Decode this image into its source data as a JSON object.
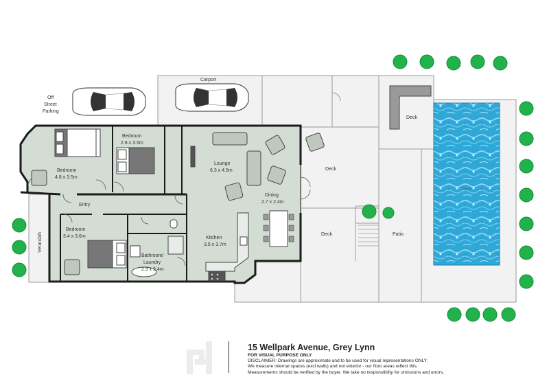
{
  "rooms": {
    "carport": "Carport",
    "off_street": [
      "Off",
      "Street",
      "Parking"
    ],
    "bedroom1": {
      "name": "Bedroom",
      "size": "4.8 x 3.5m"
    },
    "bedroom2": {
      "name": "Bedroom",
      "size": "2.8 x 3.5m"
    },
    "bedroom3": {
      "name": "Bedroom",
      "size": "3.4 x 3.6m"
    },
    "lounge": {
      "name": "Lounge",
      "size": "6.3 x 4.5m"
    },
    "dining": {
      "name": "Dining",
      "size": "2.7 x 2.4m"
    },
    "kitchen": {
      "name": "Kitchen",
      "size": "3.5 x 3.7m"
    },
    "bathroom": {
      "name1": "Bathroom/",
      "name2": "Laundry",
      "size": "2.9 x 2.4m"
    },
    "entry": "Entry",
    "verandah": "Verandah",
    "deck_upper": "Deck",
    "deck_lower": "Deck",
    "deck_pool": "Deck",
    "patio": "Patio",
    "pool": "Pool"
  },
  "footer": {
    "address": "15 Wellpark Avenue, Grey Lynn",
    "purpose": "FOR VISUAL PURPOSE ONLY",
    "disclaimer_lines": [
      "DISCLAIMER: Drawings are approximate and to be used for visual representations ONLY.",
      "We measure internal spaces (excl walls) and not exterior - our floor areas reflect this.",
      "Measurements should be verified by the buyer. We take no responsibility for omissions and errors."
    ]
  },
  "colors": {
    "interior": "#d4ddd4",
    "exterior": "#f2f2f2",
    "wall": "#1a1a1a",
    "pool": "#2aa9d6",
    "tree": "#22b24c"
  }
}
